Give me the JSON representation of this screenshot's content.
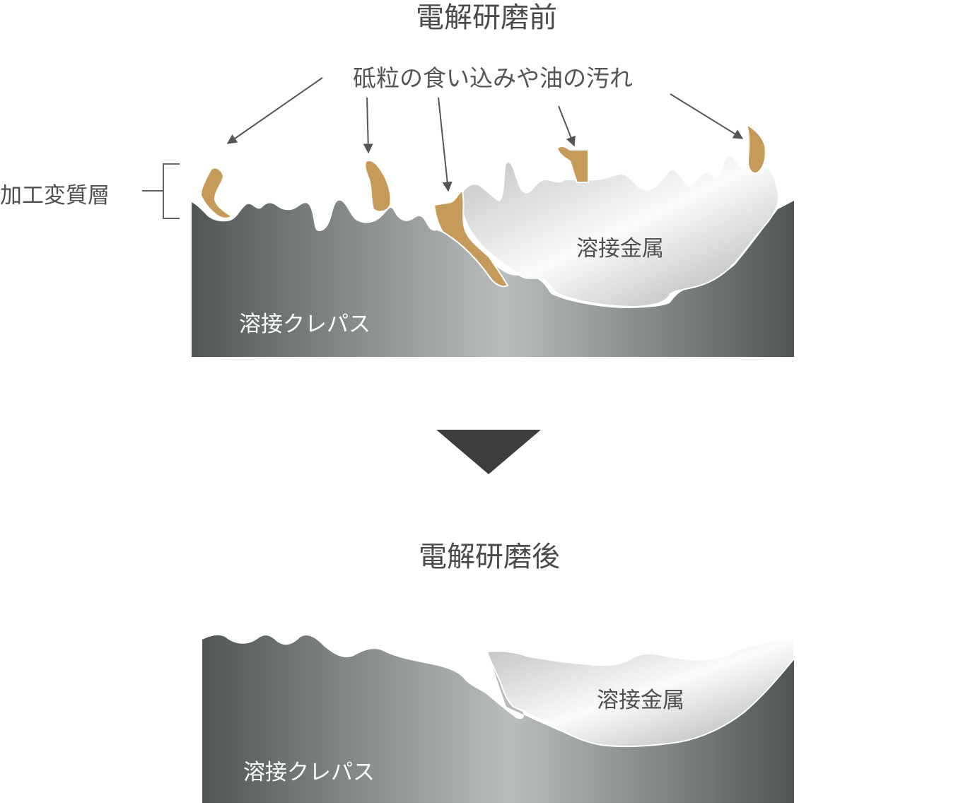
{
  "before": {
    "title": "電解研磨前",
    "annotation": "砥粒の食い込みや油の汚れ",
    "layer_label": "加工変質層",
    "weld_label": "溶接金属",
    "crevice_label": "溶接クレパス"
  },
  "after": {
    "title": "電解研磨後",
    "weld_label": "溶接金属",
    "crevice_label": "溶接クレパス"
  },
  "colors": {
    "base_dark": "#505656",
    "base_mid": "#8d9292",
    "base_light": "#b8bcbc",
    "weld_light": "#f4f4f4",
    "weld_mid": "#c9cbcc",
    "debris": "#c69b5a",
    "arrow": "#555555",
    "transition_arrow": "#3d3d3d"
  }
}
